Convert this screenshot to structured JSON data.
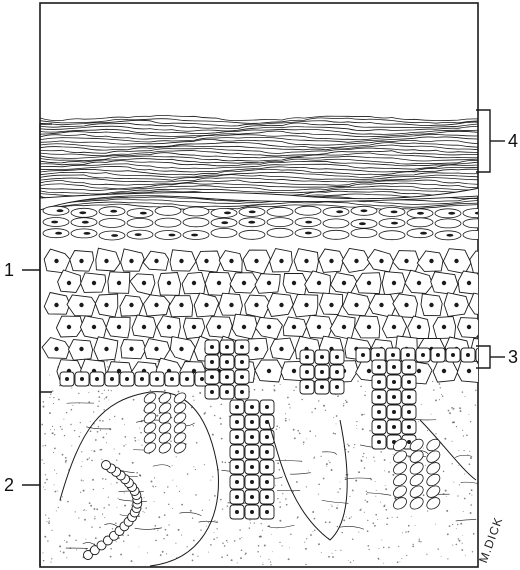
{
  "labels": {
    "l1": "1",
    "l2": "2",
    "l3": "3",
    "l4": "4"
  },
  "signature": "M.DICK",
  "colors": {
    "ink": "#1a1a1a",
    "paper": "#ffffff"
  }
}
